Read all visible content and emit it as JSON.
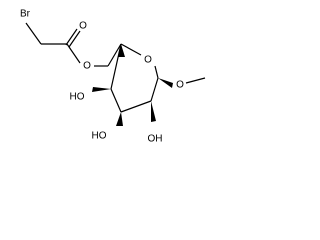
{
  "atoms": {
    "br": "Br",
    "carbonyl_o": "O",
    "ester_o": "O",
    "ring_o": "O",
    "methoxy_o": "O",
    "oh_c4": "HO",
    "oh_c3": "HO",
    "oh_c2": "OH"
  },
  "colors": {
    "bond": "#000000",
    "background": "#ffffff"
  }
}
